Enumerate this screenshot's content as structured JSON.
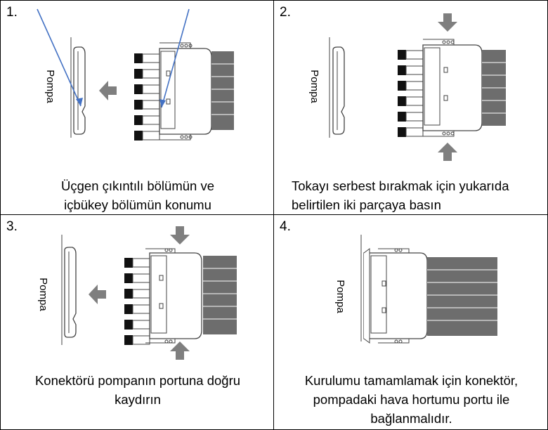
{
  "pump_label": "Pompa",
  "colors": {
    "arrow": "#7f7f7f",
    "hose": "#6d6d6d",
    "guide_line": "#4472c4",
    "outline": "#444444"
  },
  "steps": [
    {
      "number": "1.",
      "caption_lines": [
        "Üçgen çıkıntılı bölümün ve",
        "içbükey bölümün konumu"
      ]
    },
    {
      "number": "2.",
      "caption_lines": [
        "Tokayı serbest bırakmak için yukarıda",
        "belirtilen iki parçaya basın"
      ]
    },
    {
      "number": "3.",
      "caption_lines": [
        "Konektörü pompanın portuna doğru",
        "kaydırın"
      ]
    },
    {
      "number": "4.",
      "caption_lines": [
        "Kurulumu tamamlamak için konektör,",
        "pompadaki hava hortumu portu ile",
        "bağlanmalıdır."
      ]
    }
  ]
}
